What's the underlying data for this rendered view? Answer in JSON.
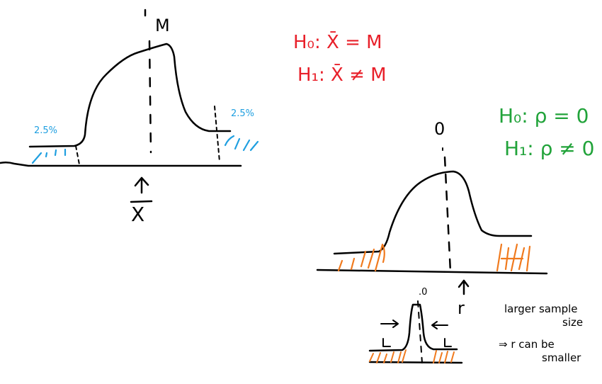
{
  "colors": {
    "black": "#000000",
    "red": "#e8202a",
    "green": "#21a33a",
    "blue": "#1f9fe0",
    "orange": "#f07a1e"
  },
  "left_sketch": {
    "mean_label": "M",
    "tail_left_pct": "2.5%",
    "tail_right_pct": "2.5%",
    "sample_label": "X",
    "arrow": "↑"
  },
  "red_hypotheses": {
    "h0": "H₀: X̄ = M",
    "h1": "H₁: X̄ ≠ M"
  },
  "green_hypotheses": {
    "h0": "H₀: ρ = 0",
    "h1": "H₁: ρ ≠ 0"
  },
  "right_sketch": {
    "center_label": "0",
    "stat_label": "r",
    "arrow": "↑"
  },
  "small_sketch": {
    "center_label": ".0"
  },
  "note": {
    "line1": "larger sample",
    "line2": "size",
    "line3": "⇒ r can be",
    "line4": "smaller"
  }
}
